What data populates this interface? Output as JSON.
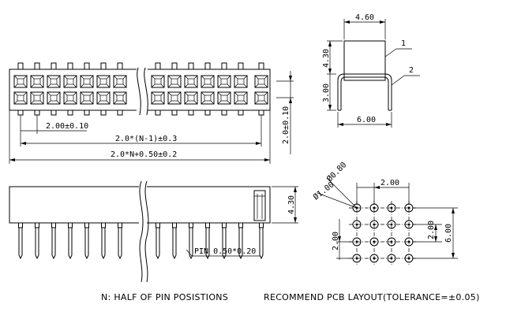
{
  "top_view": {
    "dim_pitch": "2.00±0.10",
    "dim_row_length": "2.0*(N-1)±0.3",
    "dim_body_length": "2.0*N+0.50±0.2",
    "dim_row_spacing": "2.0±0.10"
  },
  "front_view": {
    "dim_body_height": "4.30",
    "dim_pin_size": "PIN 0.50*0.20"
  },
  "side_view": {
    "dim_width": "4.60",
    "dim_body_height": "4.30",
    "dim_pin_height": "3.00",
    "dim_pin_span": "6.00",
    "callout_1": "1",
    "callout_2": "2"
  },
  "pcb_layout": {
    "dim_hole_small": "Ø0.80",
    "dim_hole_large": "Ø1.00",
    "dim_pitch_h": "2.00",
    "dim_pitch_v_left": "2.00",
    "dim_pitch_v_right": "2.00",
    "dim_span_v": "6.00"
  },
  "captions": {
    "note": "N: HALF OF PIN POSISTIONS",
    "layout_title": "RECOMMEND PCB LAYOUT(TOLERANCE=±0.05)"
  }
}
